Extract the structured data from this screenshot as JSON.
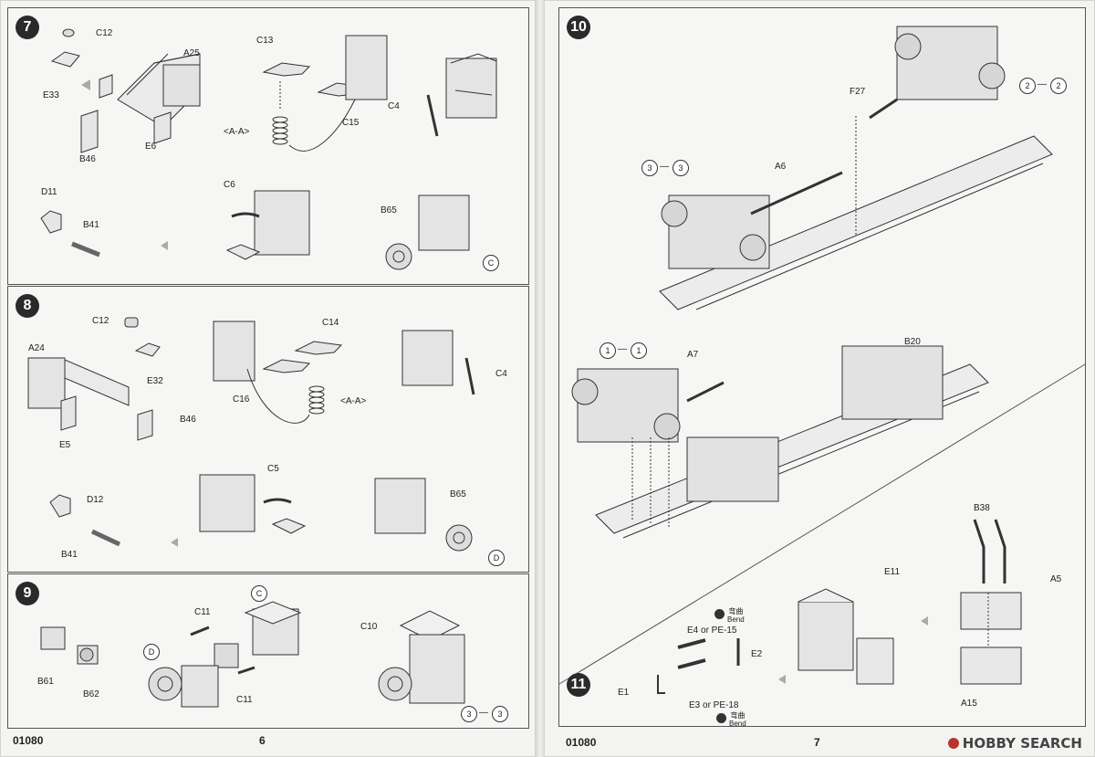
{
  "left_page": {
    "page_number": "6",
    "product_code": "01080",
    "step7": {
      "number": "7",
      "labels": [
        "C12",
        "E33",
        "A25",
        "B46",
        "E6",
        "C13",
        "<A-A>",
        "C15",
        "C4",
        "D11",
        "B41",
        "C6",
        "B65"
      ],
      "subassembly": "C"
    },
    "step8": {
      "number": "8",
      "labels": [
        "C12",
        "A24",
        "E32",
        "B46",
        "E5",
        "C14",
        "C16",
        "<A-A>",
        "C4",
        "D12",
        "B41",
        "C5",
        "B65"
      ],
      "subassembly": "D"
    },
    "step9": {
      "number": "9",
      "labels": [
        "B61",
        "B62",
        "C11",
        "C",
        "D",
        "C11",
        "C10"
      ],
      "ref_a": "3",
      "ref_b": "3"
    }
  },
  "right_page": {
    "page_number": "7",
    "product_code": "01080",
    "step10": {
      "number": "10",
      "labels": [
        "F27",
        "A6",
        "A7",
        "B20"
      ],
      "refs": [
        [
          "2",
          "2"
        ],
        [
          "3",
          "3"
        ],
        [
          "1",
          "1"
        ]
      ]
    },
    "step11": {
      "number": "11",
      "labels": [
        "E11",
        "E4 or PE-15",
        "E2",
        "E1",
        "E3 or PE-18",
        "B38",
        "A5",
        "A15"
      ],
      "bend_cn": "弯曲",
      "bend_en": "Bend"
    },
    "watermark": "HOBBY SEARCH"
  }
}
